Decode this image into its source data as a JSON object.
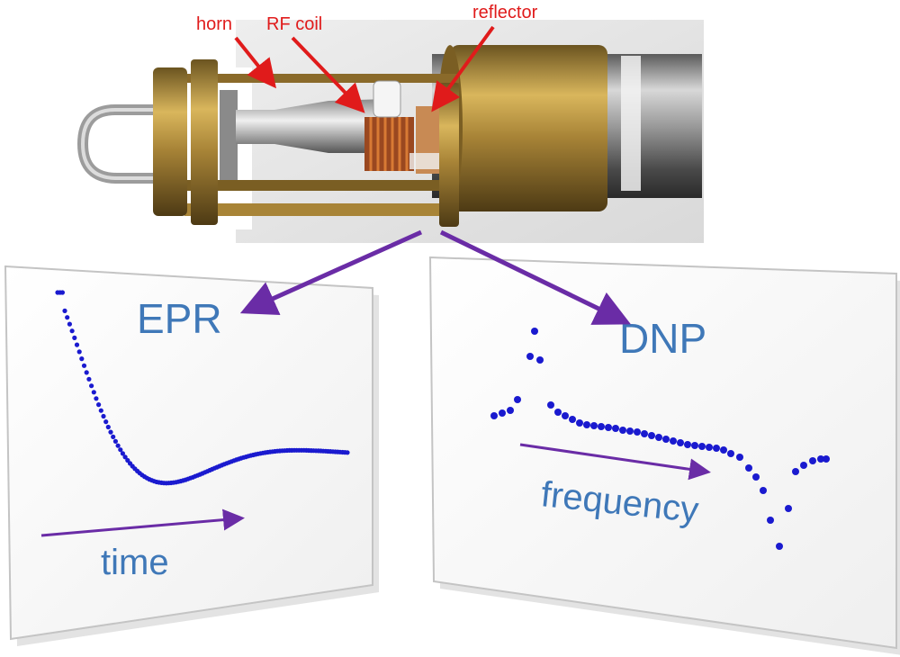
{
  "photo": {
    "labels": [
      "horn",
      "RF coil",
      "reflector"
    ]
  },
  "epr_panel": {
    "title": "EPR",
    "axis_label": "time"
  },
  "dnp_panel": {
    "title": "DNP",
    "axis_label": "frequency"
  },
  "colors": {
    "label_red": "#e01b1b",
    "arrow_purple": "#6a2ca6",
    "text_blue": "#3f78b8",
    "dot_blue": "#1a1acf"
  }
}
